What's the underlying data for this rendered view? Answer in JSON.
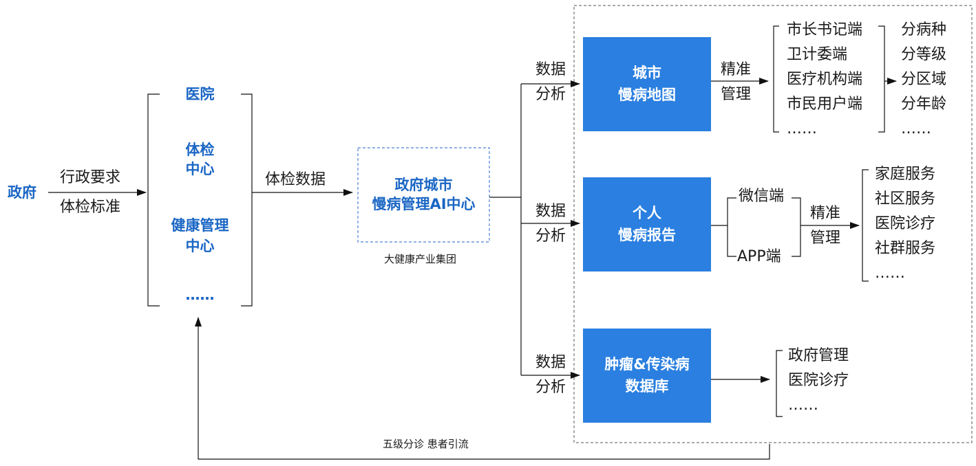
{
  "gov": {
    "label": "政府",
    "arrow_top": "行政要求",
    "arrow_bottom": "体检标准"
  },
  "institutions": {
    "hospital": "医院",
    "checkup_line1": "体检",
    "checkup_line2": "中心",
    "health_line1": "健康管理",
    "health_line2": "中心",
    "more": "……"
  },
  "checkup_data": "体检数据",
  "ai_center": {
    "line1": "政府城市",
    "line2": "慢病管理AI中心",
    "caption": "大健康产业集团"
  },
  "data_analysis": {
    "line1": "数据",
    "line2": "分析"
  },
  "city_map": {
    "line1": "城市",
    "line2": "慢病地图",
    "precise1": "精准",
    "precise2": "管理",
    "terminals": [
      "市长书记端",
      "卫计委端",
      "医疗机构端",
      "市民用户端",
      "……"
    ],
    "dimensions": [
      "分病种",
      "分等级",
      "分区域",
      "分年龄",
      "……"
    ]
  },
  "personal_report": {
    "line1": "个人",
    "line2": "慢病报告",
    "wechat": "微信端",
    "app": "APP端",
    "precise1": "精准",
    "precise2": "管理",
    "services": [
      "家庭服务",
      "社区服务",
      "医院诊疗",
      "社群服务",
      "……"
    ]
  },
  "database": {
    "line1": "肿瘤&传染病",
    "line2": "数据库",
    "uses": [
      "政府管理",
      "医院诊疗",
      "……"
    ]
  },
  "feedback": "五级分诊 患者引流",
  "colors": {
    "box_blue": "#2a7fe0",
    "text_blue": "#1a66c4",
    "dash_blue": "#4a7fd8"
  }
}
